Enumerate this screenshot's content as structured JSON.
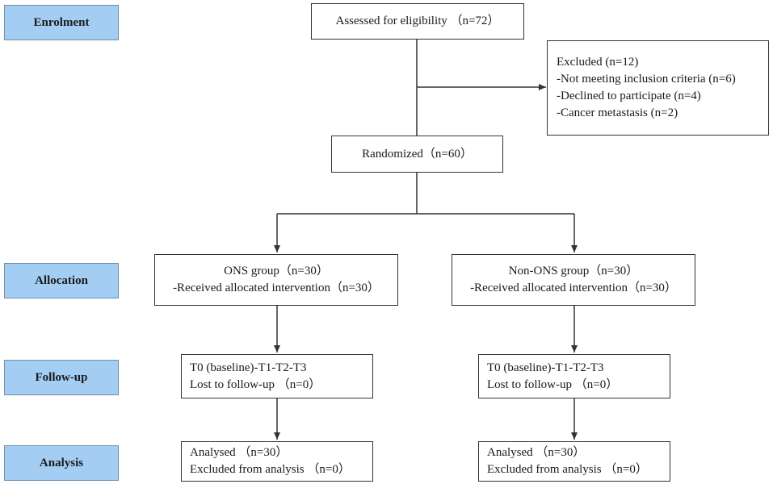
{
  "stages": {
    "enrolment": "Enrolment",
    "allocation": "Allocation",
    "follow_up": "Follow-up",
    "analysis": "Analysis"
  },
  "assessed": "Assessed for eligibility （n=72）",
  "excluded": {
    "title": "Excluded (n=12)",
    "items": [
      "-Not meeting inclusion criteria (n=6)",
      "-Declined to participate (n=4)",
      "-Cancer metastasis (n=2)"
    ]
  },
  "randomized": "Randomized（n=60）",
  "ons": {
    "group": "ONS group（n=30）",
    "received": "-Received allocated intervention（n=30）",
    "followup_time": "T0 (baseline)-T1-T2-T3",
    "lost": "Lost to follow-up （n=0）",
    "analysed": "Analysed （n=30）",
    "excluded_analysis": "Excluded from analysis （n=0）"
  },
  "non_ons": {
    "group": "Non-ONS group（n=30）",
    "received": "-Received allocated intervention（n=30）",
    "followup_time": "T0 (baseline)-T1-T2-T3",
    "lost": "Lost to follow-up （n=0）",
    "analysed": "Analysed （n=30）",
    "excluded_analysis": "Excluded from analysis （n=0）"
  }
}
